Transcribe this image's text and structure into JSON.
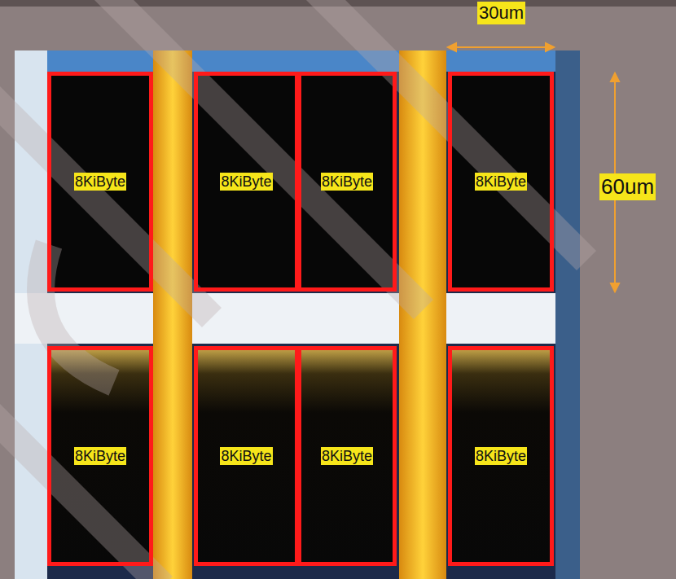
{
  "diagram": {
    "nodes": [
      {
        "text": [
          "8KiByte"
        ]
      },
      {
        "text": [
          "8KiByte"
        ]
      },
      {
        "text": [
          "8KiByte"
        ]
      },
      {
        "text": [
          "8KiByte"
        ]
      },
      {
        "text": [
          "8KiByte"
        ]
      },
      {
        "text": [
          "8KiByte"
        ]
      },
      {
        "text": [
          "8KiByte"
        ]
      },
      {
        "text": [
          "8KiByte"
        ]
      }
    ],
    "labels": [
      "30um",
      "60um"
    ]
  }
}
